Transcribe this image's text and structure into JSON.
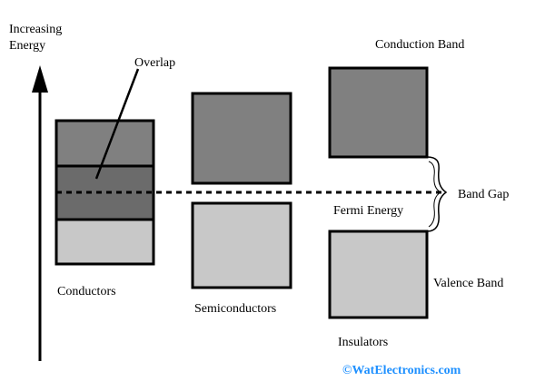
{
  "labels": {
    "axis_title_line1": "Increasing",
    "axis_title_line2": "Energy",
    "overlap": "Overlap",
    "conduction_band": "Conduction Band",
    "band_gap": "Band Gap",
    "fermi_energy": "Fermi Energy",
    "valence_band": "Valence Band",
    "conductors": "Conductors",
    "semiconductors": "Semiconductors",
    "insulators": "Insulators"
  },
  "watermark": "©WatElectronics.com",
  "colors": {
    "conduction_band_fill": "#808080",
    "overlap_fill": "#6b6b6b",
    "valence_band_fill": "#c8c8c8",
    "outline": "#000000",
    "watermark": "#1e90ff",
    "background": "#ffffff"
  }
}
